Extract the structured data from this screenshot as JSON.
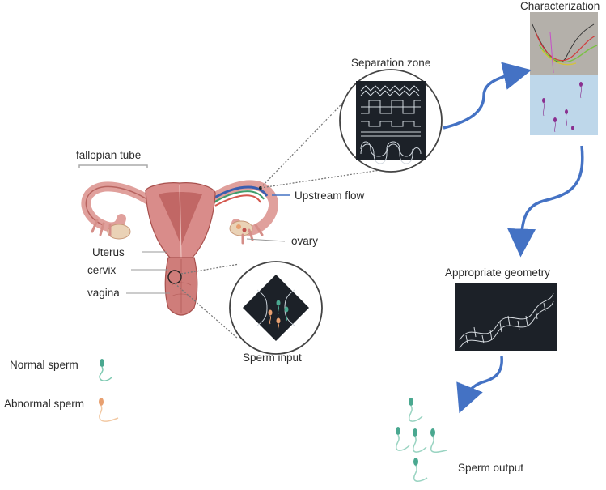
{
  "labels": {
    "fallopian_tube": "fallopian tube",
    "uterus": "Uterus",
    "cervix": "cervix",
    "vagina": "vagina",
    "ovary": "ovary",
    "upstream_flow": "Upstream flow",
    "separation_zone": "Separation zone",
    "characterization": "Characterization",
    "appropriate_geometry": "Appropriate geometry",
    "sperm_input": "Sperm input",
    "sperm_output": "Sperm output"
  },
  "legend": {
    "normal": "Normal sperm",
    "abnormal": "Abnormal sperm"
  },
  "colors": {
    "arrow": "#4472c4",
    "tissue": "#d98c8a",
    "tissue_dark": "#a8504d",
    "panel": "#1c2128",
    "normal_sperm": "#4aa890",
    "abnormal_sperm": "#e8a070"
  }
}
